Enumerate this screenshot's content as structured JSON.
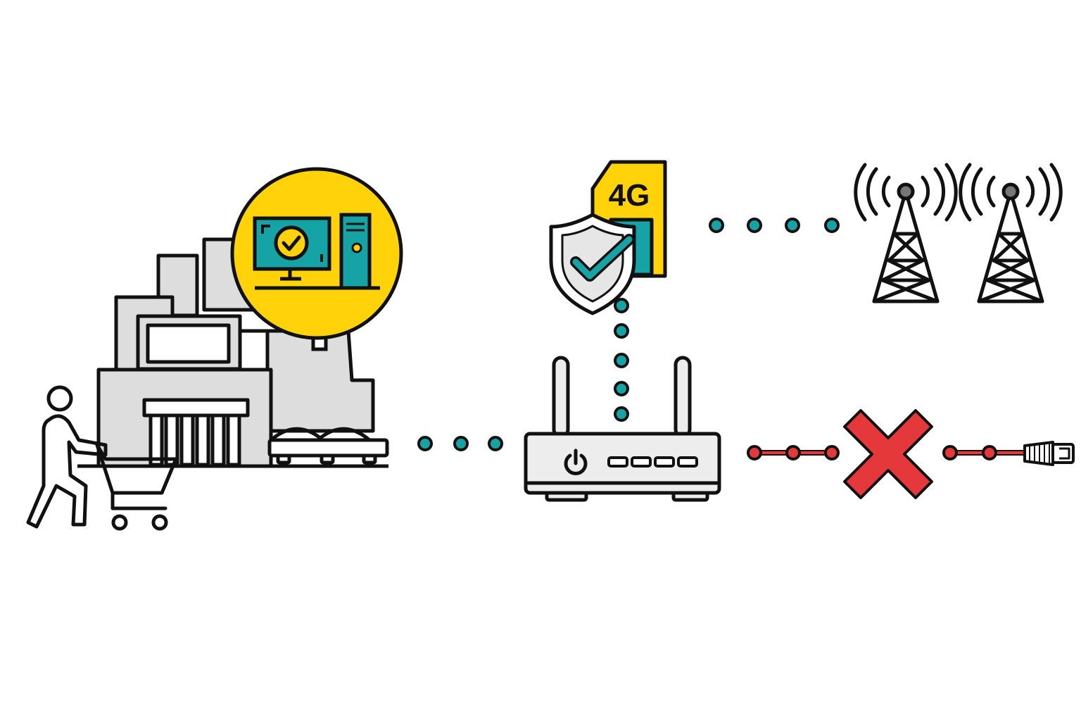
{
  "diagram": {
    "sim_card_label": "4G",
    "nodes": [
      {
        "id": "store",
        "icon": "retail-store-icon"
      },
      {
        "id": "pos",
        "icon": "pos-computer-check-icon"
      },
      {
        "id": "shopper",
        "icon": "shopper-with-cart-icon"
      },
      {
        "id": "router",
        "icon": "router-icon"
      },
      {
        "id": "sim",
        "icon": "sim-card-4g-icon"
      },
      {
        "id": "shield",
        "icon": "shield-check-icon"
      },
      {
        "id": "towers",
        "icon": "cell-tower-icon"
      },
      {
        "id": "ethernet",
        "icon": "ethernet-plug-icon"
      },
      {
        "id": "failure",
        "icon": "x-mark-icon"
      }
    ],
    "links": [
      {
        "from": "store",
        "to": "router",
        "style": "dotted",
        "status": "active"
      },
      {
        "from": "router",
        "to": "sim",
        "style": "dotted",
        "status": "active"
      },
      {
        "from": "sim",
        "to": "towers",
        "style": "dotted",
        "status": "active"
      },
      {
        "from": "router",
        "to": "ethernet",
        "style": "chain",
        "status": "failed"
      }
    ]
  },
  "colors": {
    "outline": "#111111",
    "accent_yellow": "#FFD20A",
    "accent_teal": "#16A3A6",
    "alert_red": "#E5383B",
    "building_gray": "#DDDDDD",
    "device_gray": "#EDEDED"
  }
}
